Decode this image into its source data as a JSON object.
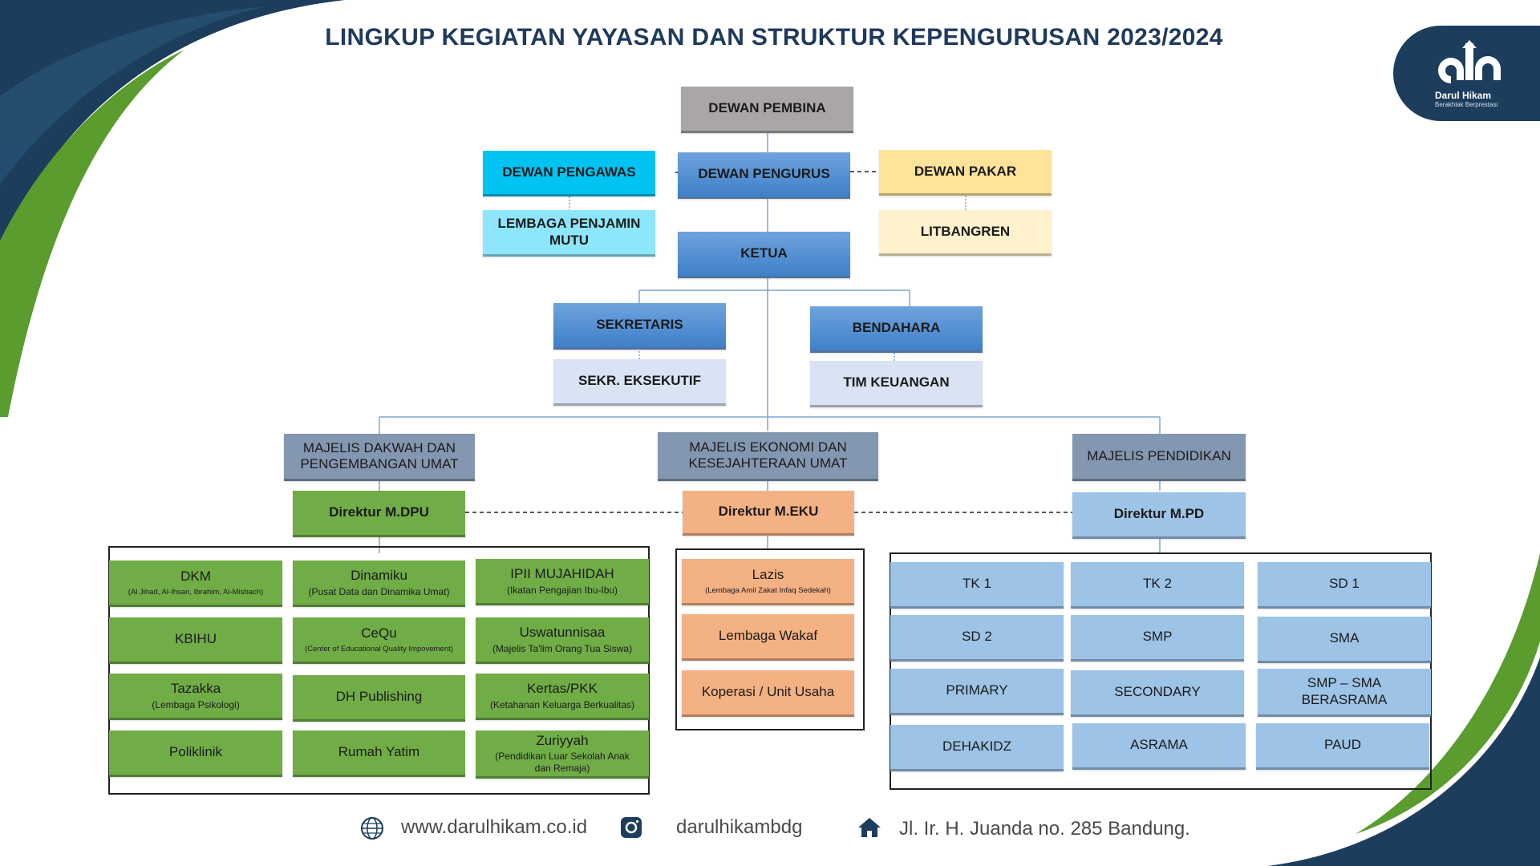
{
  "title": "LINGKUP KEGIATAN YAYASAN DAN STRUKTUR KEPENGURUSAN 2023/2024",
  "logo": {
    "name": "Darul Hikam",
    "tagline": "Berakhlak Berprestasi"
  },
  "colors": {
    "title": "#1f3a5c",
    "navy": "#1c3d5c",
    "green_accent": "#5a9c2e",
    "gray": "#aaa6a6",
    "cyan": "#00c3f2",
    "cyan_light": "#8de6fb",
    "blue": "#4a8ad0",
    "yellow": "#ffe398",
    "yellow_light": "#fff1cc",
    "lavender": "#dae3f3",
    "slate": "#8497b0",
    "green": "#71ad47",
    "salmon": "#f4b183",
    "light_blue": "#9dc3e6"
  },
  "top": {
    "dewan_pembina": "DEWAN PEMBINA",
    "dewan_pengawas": "DEWAN PENGAWAS",
    "lembaga_penjamin_mutu": "LEMBAGA PENJAMIN MUTU",
    "dewan_pengurus": "DEWAN PENGURUS",
    "dewan_pakar": "DEWAN PAKAR",
    "litbangren": "LITBANGREN",
    "ketua": "KETUA",
    "sekretaris": "SEKRETARIS",
    "sekr_eksekutif": "SEKR. EKSEKUTIF",
    "bendahara": "BENDAHARA",
    "tim_keuangan": "TIM KEUANGAN"
  },
  "majelis": {
    "dpu": {
      "title": "MAJELIS DAKWAH DAN PENGEMBANGAN UMAT",
      "director": "Direktur M.DPU"
    },
    "eku": {
      "title": "MAJELIS EKONOMI DAN KESEJAHTERAAN UMAT",
      "director": "Direktur M.EKU"
    },
    "pd": {
      "title": "MAJELIS PENDIDIKAN",
      "director": "Direktur M.PD"
    }
  },
  "dpu_units": [
    {
      "name": "DKM",
      "sub": "(Al Jihad, Al-Ihsan, Ibrahim, Al-Misbach)"
    },
    {
      "name": "Dinamiku",
      "sub": "(Pusat Data dan Dinamika Umat)"
    },
    {
      "name": "IPII MUJAHIDAH",
      "sub": "(Ikatan Pengajian Ibu-Ibu)"
    },
    {
      "name": "KBIHU",
      "sub": ""
    },
    {
      "name": "CeQu",
      "sub": "(Center of Educational Quality Impovement)"
    },
    {
      "name": "Uswatunnisaa",
      "sub": "(Majelis Ta'lim Orang Tua Siswa)"
    },
    {
      "name": "Tazakka",
      "sub": "(Lembaga Psikologi)"
    },
    {
      "name": "DH Publishing",
      "sub": ""
    },
    {
      "name": "Kertas/PKK",
      "sub": "(Ketahanan Keluarga Berkualitas)"
    },
    {
      "name": "Poliklinik",
      "sub": ""
    },
    {
      "name": "Rumah Yatim",
      "sub": ""
    },
    {
      "name": "Zuriyyah",
      "sub": "(Pendidikan Luar Sekolah Anak dan Remaja)"
    }
  ],
  "eku_units": [
    {
      "name": "Lazis",
      "sub": "(Lembaga Amil Zakat Infaq Sedekah)"
    },
    {
      "name": "Lembaga Wakaf",
      "sub": ""
    },
    {
      "name": "Koperasi / Unit Usaha",
      "sub": ""
    }
  ],
  "pd_units": [
    "TK 1",
    "TK 2",
    "SD 1",
    "SD 2",
    "SMP",
    "SMA",
    "PRIMARY",
    "SECONDARY",
    "SMP – SMA BERASRAMA",
    "DEHAKIDZ",
    "ASRAMA",
    "PAUD"
  ],
  "footer": {
    "website": "www.darulhikam.co.id",
    "instagram": "darulhikambdg",
    "address": "Jl. Ir. H. Juanda no. 285 Bandung.",
    "icons": [
      "globe-icon",
      "instagram-icon",
      "home-icon"
    ]
  }
}
